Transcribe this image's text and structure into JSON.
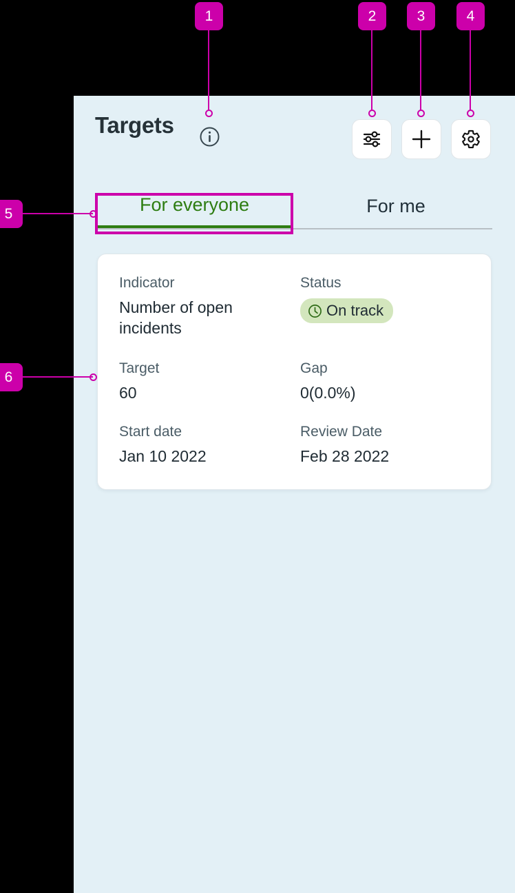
{
  "header": {
    "title": "Targets",
    "info_icon": "info-circle-icon",
    "actions": [
      {
        "name": "filter-settings",
        "icon": "sliders-icon",
        "label": ""
      },
      {
        "name": "add",
        "icon": "plus-icon",
        "label": ""
      },
      {
        "name": "settings",
        "icon": "gear-icon",
        "label": ""
      }
    ]
  },
  "tabs": [
    {
      "label": "For everyone",
      "active": true
    },
    {
      "label": "For me",
      "active": false
    }
  ],
  "card": {
    "indicator_label": "Indicator",
    "indicator_value": "Number of open incidents",
    "status_label": "Status",
    "status_value": "On track",
    "status_icon": "clock-icon",
    "target_label": "Target",
    "target_value": "60",
    "gap_label": "Gap",
    "gap_value": "0(0.0%)",
    "start_date_label": "Start date",
    "start_date_value": "Jan 10 2022",
    "review_date_label": "Review Date",
    "review_date_value": "Feb 28 2022"
  },
  "annotations": [
    {
      "id": "1",
      "target": "info-icon"
    },
    {
      "id": "2",
      "target": "filter-button"
    },
    {
      "id": "3",
      "target": "add-button"
    },
    {
      "id": "4",
      "target": "settings-button"
    },
    {
      "id": "5",
      "target": "tab-for-everyone"
    },
    {
      "id": "6",
      "target": "target-card"
    }
  ],
  "colors": {
    "viewport_background": "#e3f0f6",
    "card_background": "#ffffff",
    "title_text": "#263238",
    "active_tab": "#2e7d12",
    "inactive_tab": "#22313a",
    "status_badge_background": "#d3e6bd",
    "annotation": "#cc00aa"
  }
}
